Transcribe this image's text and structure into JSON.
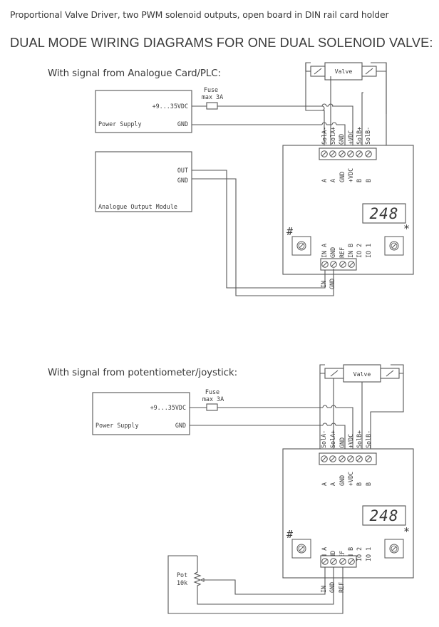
{
  "header": {
    "subtitle": "Proportional Valve Driver,  two PWM solenoid outputs, open board in DIN rail card holder",
    "title": "DUAL MODE WIRING DIAGRAMS FOR ONE DUAL SOLENOID VALVE:"
  },
  "diagrams": [
    {
      "caption": "With signal from Analogue Card/PLC:",
      "valve_label": "Valve",
      "fuse_label_1": "Fuse",
      "fuse_label_2": "max 3A",
      "power_supply": {
        "name": "Power Supply",
        "vdc": "+9...35VDC",
        "gnd": "GND"
      },
      "signal_source": {
        "name": "Analogue Output Module",
        "out": "OUT",
        "gnd": "GND"
      },
      "top_terminals": [
        "SolA-",
        "SolA+",
        "GND",
        "+VDC",
        "SolB+",
        "SolB-"
      ],
      "board_top_labels": [
        "A",
        "A",
        "GND",
        "+VDC",
        "B",
        "B"
      ],
      "display": "248",
      "left_pot_symbol": "#",
      "right_pot_symbol": "*",
      "bottom_terminals_labels": [
        "IN A",
        "GND",
        "REF",
        "IN B",
        "IO 2",
        "IO 1"
      ],
      "bottom_wire_labels": [
        "IN",
        "GND"
      ]
    },
    {
      "caption": "With signal from potentiometer/joystick:",
      "valve_label": "Valve",
      "fuse_label_1": "Fuse",
      "fuse_label_2": "max 3A",
      "power_supply": {
        "name": "Power Supply",
        "vdc": "+9...35VDC",
        "gnd": "GND"
      },
      "top_terminals": [
        "SolA-",
        "SolA+",
        "GND",
        "+VDC",
        "SolB+",
        "SolB-"
      ],
      "board_top_labels": [
        "A",
        "A",
        "GND",
        "+VDC",
        "B",
        "B"
      ],
      "display": "248",
      "left_pot_symbol": "#",
      "right_pot_symbol": "*",
      "bottom_terminals_labels": [
        "IN A",
        "GND",
        "REF",
        "IN B",
        "IO 2",
        "IO 1"
      ],
      "bottom_wire_labels": [
        "IN",
        "GND",
        "REF"
      ],
      "potentiometer": {
        "label_1": "Pot",
        "label_2": "10k"
      }
    }
  ]
}
